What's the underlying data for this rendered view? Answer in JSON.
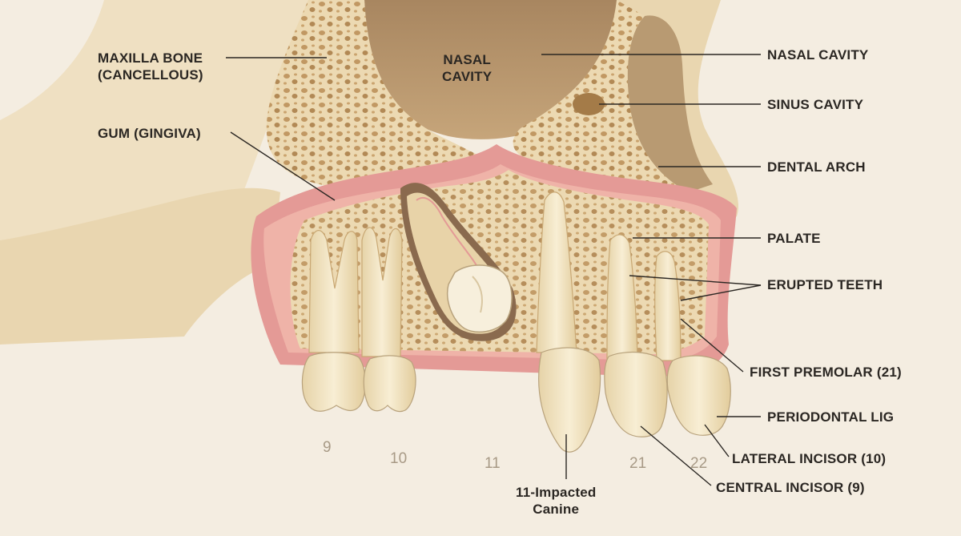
{
  "labels": {
    "maxilla_bone_line1": "MAXILLA BONE",
    "maxilla_bone_line2": "(CANCELLOUS)",
    "nasal_cavity_inner_line1": "NASAL",
    "nasal_cavity_inner_line2": "CAVITY",
    "gum": "GUM (GINGIVA)",
    "nasal_cavity": "NASAL CAVITY",
    "sinus_cavity": "SINUS CAVITY",
    "dental_arch": "DENTAL ARCH",
    "palate": "PALATE",
    "erupted_teeth": "ERUPTED TEETH",
    "first_premolar": "FIRST PREMOLAR (21)",
    "periodontal_lig": "PERIODONTAL LIG",
    "lateral_incisor": "LATERAL INCISOR (10)",
    "central_incisor": "CENTRAL INCISOR (9)",
    "impacted_canine_line1": "11-Impacted",
    "impacted_canine_line2": "Canine"
  },
  "tooth_numbers": [
    "9",
    "10",
    "11",
    "21",
    "22"
  ],
  "colors": {
    "background": "#f4ede1",
    "bone": "#ecd9b2",
    "bone_pore": "#b98d55",
    "gum": "#e49a96",
    "tooth": "#f3e6c6",
    "cavity": "#b59670",
    "leader_line": "#2b2723"
  }
}
